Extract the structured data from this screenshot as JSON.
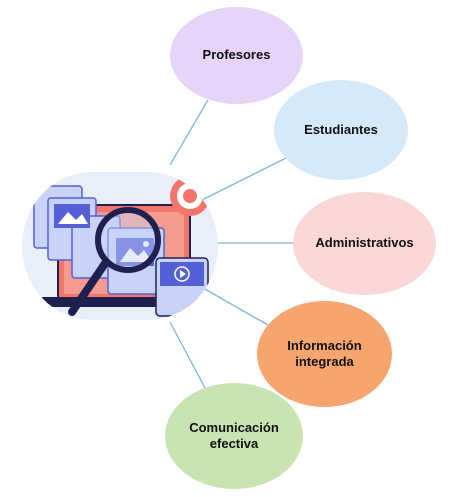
{
  "nodes": [
    {
      "id": "profesores",
      "lines": [
        "Profesores"
      ],
      "color": "#E6D3F8"
    },
    {
      "id": "estudiantes",
      "lines": [
        "Estudiantes"
      ],
      "color": "#D6E9F9"
    },
    {
      "id": "admin",
      "lines": [
        "Administrativos"
      ],
      "color": "#FAD7D7"
    },
    {
      "id": "info",
      "lines": [
        "Información",
        "integrada"
      ],
      "color": "#F6A56E"
    },
    {
      "id": "comunicacion",
      "lines": [
        "Comunicación",
        "efectiva"
      ],
      "color": "#C9E4B2"
    }
  ],
  "connector_color": "#7FB5DA",
  "illustration": {
    "icons": [
      "document-stack-icon",
      "image-icon",
      "magnifier-icon",
      "target-icon",
      "video-player-icon",
      "laptop-icon"
    ],
    "colors": {
      "blue": "#5560D8",
      "light_blue": "#C9D3F7",
      "coral": "#F2766A",
      "navy": "#1E2150",
      "bg": "#E9EEF8"
    }
  }
}
